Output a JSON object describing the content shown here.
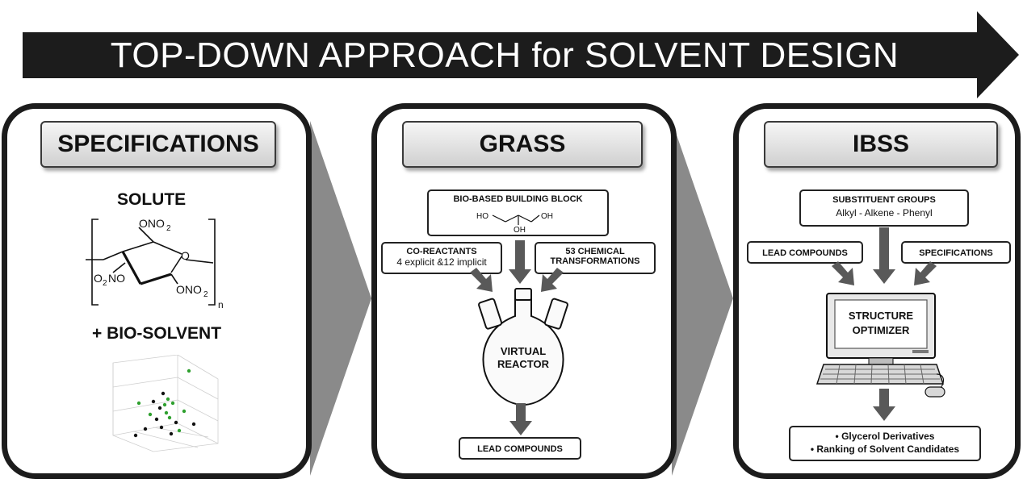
{
  "title": "TOP-DOWN APPROACH for SOLVENT DESIGN",
  "panel1": {
    "header": "SPECIFICATIONS",
    "solute_label": "SOLUTE",
    "structure_labels": {
      "top": "ONO",
      "top_sub": "2",
      "ring_o": "O",
      "left": "O",
      "left_sub": "2",
      "left_tail": "NO",
      "right": "ONO",
      "right_sub": "2",
      "n": "n"
    },
    "biosolvent_label": "+ BIO-SOLVENT"
  },
  "panel2": {
    "header": "GRASS",
    "building_block": "BIO-BASED BUILDING BLOCK",
    "glycerol": {
      "ho_left": "HO",
      "oh_right": "OH",
      "oh_bottom": "OH"
    },
    "coreactants_title": "CO-REACTANTS",
    "coreactants_detail": "4 explicit &12 implicit",
    "transformations_line1": "53 CHEMICAL",
    "transformations_line2": "TRANSFORMATIONS",
    "reactor_line1": "VIRTUAL",
    "reactor_line2": "REACTOR",
    "lead_compounds": "LEAD COMPOUNDS"
  },
  "panel3": {
    "header": "IBSS",
    "substituent_title": "SUBSTITUENT GROUPS",
    "substituent_detail": "Alkyl - Alkene - Phenyl",
    "lead_compounds": "LEAD COMPOUNDS",
    "specifications": "SPECIFICATIONS",
    "optimizer_line1": "STRUCTURE",
    "optimizer_line2": "OPTIMIZER",
    "output_line1": "• Glycerol Derivatives",
    "output_line2": "• Ranking of Solvent Candidates"
  },
  "colors": {
    "dark": "#1c1c1c",
    "arrow_gray": "#595959",
    "connector_gray": "#8a8a8a",
    "green_points": "#2fa02f"
  }
}
